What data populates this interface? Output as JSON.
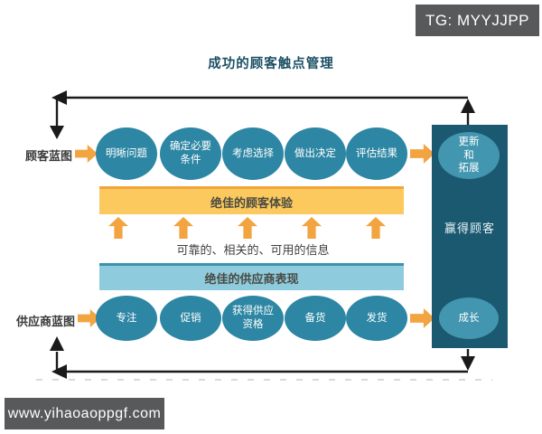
{
  "watermarks": {
    "tg_badge": "TG: MYYJJPP",
    "site_badge": "www.yihaoaoppgf.com"
  },
  "title": "成功的顾客触点管理",
  "customer_row": {
    "label": "顾客蓝图",
    "steps": [
      "明晰问题",
      "确定必要\n条件",
      "考虑选择",
      "做出决定",
      "评估结果"
    ]
  },
  "middle": {
    "experience_banner": "绝佳的顾客体验",
    "info_text": "可靠的、相关的、可用的信息",
    "performance_banner": "绝佳的供应商表现"
  },
  "supplier_row": {
    "label": "供应商蓝图",
    "steps": [
      "专注",
      "促销",
      "获得供应\n资格",
      "备货",
      "发货"
    ]
  },
  "right_panel": {
    "top_circle": "更新\n和\n拓展",
    "center_text": "赢得顾客",
    "bottom_circle": "成长"
  },
  "colors": {
    "node_teal": "#2D86A3",
    "panel_dark_teal": "#1B5971",
    "panel_circle_teal": "#4396B0",
    "banner_yellow": "#FBC95D",
    "banner_blue": "#8ECBDC",
    "arrow_orange": "#F2A441",
    "black_arrow": "#1A1A1A",
    "badge_gray": "#58595B",
    "title_teal": "#1B4F63"
  }
}
